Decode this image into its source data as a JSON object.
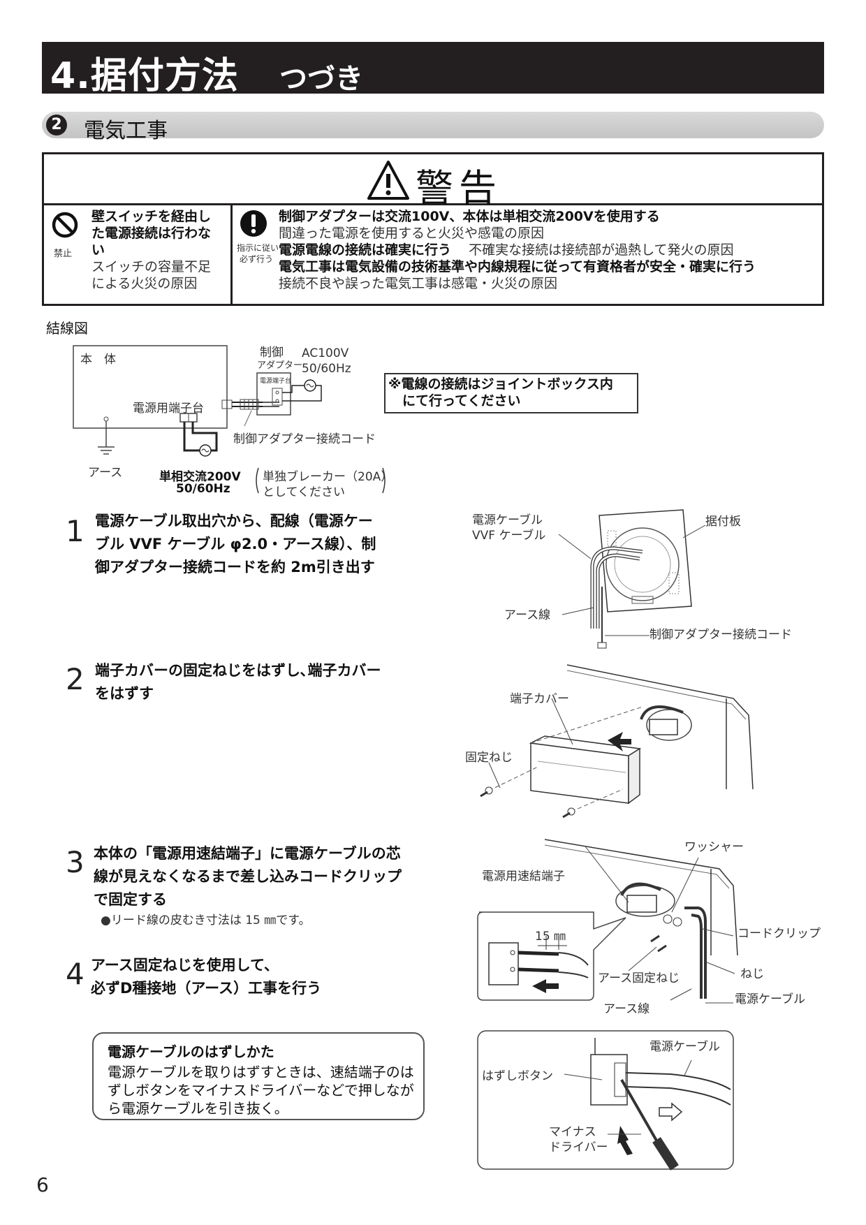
{
  "header": {
    "title": "4.据付方法",
    "subtitle": "つづき"
  },
  "section": {
    "number": "2",
    "title": "電気工事"
  },
  "warning": {
    "title": "警告",
    "prohibit": {
      "icon": "prohibition-icon",
      "caption": "禁止",
      "line1": "壁スイッチを経由し",
      "line2": "た電源接続は行わな",
      "line3": "い",
      "reason1": "スイッチの容量不足",
      "reason2": "による火災の原因"
    },
    "instruction": {
      "icon": "exclamation-icon",
      "caption1": "指示に従い",
      "caption2": "必ず行う",
      "item1_bold": "制御アダプターは交流100V、本体は単相交流200Vを使用する",
      "item1_reason": "間違った電源を使用すると火災や感電の原因",
      "item2_bold": "電源電線の接続は確実に行う",
      "item2_reason": "不確実な接続は接続部が過熱して発火の原因",
      "item3_bold": "電気工事は電気設備の技術基準や内線規程に従って有資格者が安全・確実に行う",
      "item3_reason": "接続不良や誤った電気工事は感電・火災の原因"
    }
  },
  "wiring": {
    "label": "結線図",
    "main_unit": "本　体",
    "terminal": "電源用端子台",
    "adapter_line1": "制御",
    "adapter_line2": "アダプター",
    "adapter_terminal": "電源端子台",
    "ac100": "AC100V",
    "ac100_hz": "50/60Hz",
    "adapter_cord": "制御アダプター接続コード",
    "earth": "アース",
    "ac200": "単相交流200V",
    "ac200_hz": "50/60Hz",
    "breaker_line1": "単独ブレーカー（20A）",
    "breaker_line2": "としてください",
    "note_line1": "※電線の接続はジョイントボックス内",
    "note_line2": "にて行ってください"
  },
  "steps": [
    {
      "number": "1",
      "line1": "電源ケーブル取出穴から、配線（電源ケー",
      "line2": "ブル VVF ケーブル φ2.0・アース線）、制",
      "line3": "御アダプター接続コードを約 2m引き出す"
    },
    {
      "number": "2",
      "line1": "端子カバーの固定ねじをはずし､端子カバー",
      "line2": "をはずす"
    },
    {
      "number": "3",
      "line1": "本体の「電源用速結端子」に電源ケーブルの芯",
      "line2": "線が見えなくなるまで差し込みコードクリップ",
      "line3": "で固定する",
      "sub": "●リード線の皮むき寸法は 15 ㎜です。"
    },
    {
      "number": "4",
      "line1": "アース固定ねじを使用して、",
      "line2": "必ずD種接地（アース）工事を行う"
    }
  ],
  "removal": {
    "title": "電源ケーブルのはずしかた",
    "body": "電源ケーブルを取りはずすときは、速結端子のはずしボタンをマイナスドライバーなどで押しながら電源ケーブルを引き抜く。"
  },
  "fig1": {
    "cable_line1": "電源ケーブル",
    "cable_line2": "VVF ケーブル",
    "plate": "据付板",
    "earth_wire": "アース線",
    "adapter_cord": "制御アダプター接続コード"
  },
  "fig2": {
    "cover": "端子カバー",
    "screw": "固定ねじ"
  },
  "fig3": {
    "washer": "ワッシャー",
    "terminal": "電源用速結端子",
    "dim": "15 ㎜",
    "clip": "コードクリップ",
    "earth_screw": "アース固定ねじ",
    "screw": "ねじ",
    "earth_wire": "アース線",
    "cable": "電源ケーブル"
  },
  "fig4": {
    "cable": "電源ケーブル",
    "button": "はずしボタン",
    "driver_line1": "マイナス",
    "driver_line2": "ドライバー"
  },
  "page": {
    "number": "6"
  }
}
